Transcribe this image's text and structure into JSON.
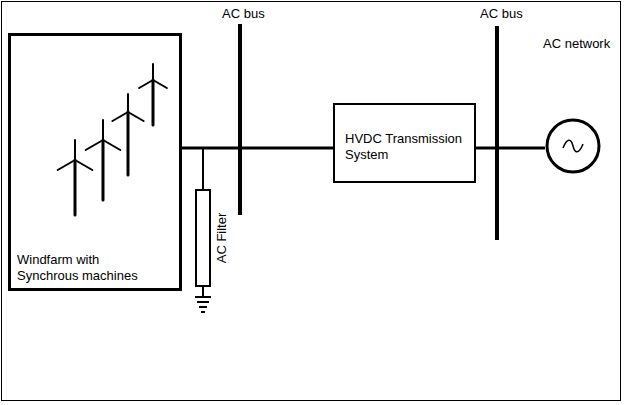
{
  "diagram": {
    "nodes": [
      {
        "text": [
          "Windfarm with Synchrous machines"
        ]
      },
      {
        "text": [
          "HVDC Transmission System"
        ]
      },
      {
        "text": [
          "AC network"
        ]
      }
    ],
    "edges": [
      {
        "from": 0,
        "to": 1,
        "arrow": "none"
      },
      {
        "from": 1,
        "to": 2,
        "arrow": "none"
      }
    ],
    "labels": [
      "AC bus",
      "AC bus",
      "AC Filter"
    ]
  }
}
